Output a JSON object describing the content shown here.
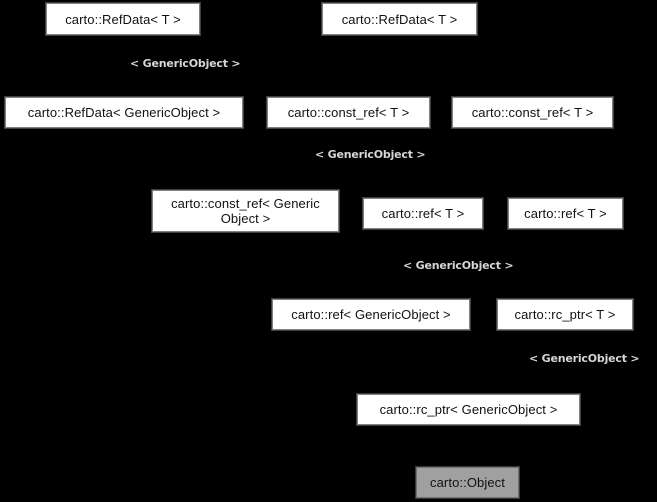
{
  "diagram": {
    "title": "carto::Object inheritance diagram",
    "kind": "uml-inheritance-graph",
    "background_color": "#000000",
    "inheritance_edge_color": "#5cb3f0",
    "template_edge_color": "#f0a020",
    "node_fill_color": "#ffffff",
    "node_border_color": "#808080",
    "current_node_fill_color": "#a0a0a0",
    "label_text_color": "#d6d6d6"
  },
  "nodes": [
    {
      "id": "refdata_t_left",
      "label": "carto::RefData< T >"
    },
    {
      "id": "refdata_t_right",
      "label": "carto::RefData< T >"
    },
    {
      "id": "refdata_go",
      "label": "carto::RefData< GenericObject >"
    },
    {
      "id": "const_ref_t_left",
      "label": "carto::const_ref< T >"
    },
    {
      "id": "const_ref_t_right",
      "label": "carto::const_ref< T >"
    },
    {
      "id": "const_ref_go_line1",
      "label": "carto::const_ref< Generic"
    },
    {
      "id": "const_ref_go_line2",
      "label": "Object >"
    },
    {
      "id": "ref_t_left",
      "label": "carto::ref< T >"
    },
    {
      "id": "ref_t_right",
      "label": "carto::ref< T >"
    },
    {
      "id": "ref_go",
      "label": "carto::ref< GenericObject >"
    },
    {
      "id": "rc_ptr_t",
      "label": "carto::rc_ptr< T >"
    },
    {
      "id": "rc_ptr_go",
      "label": "carto::rc_ptr< GenericObject >"
    },
    {
      "id": "object",
      "label": "carto::Object"
    }
  ],
  "edge_labels": [
    {
      "id": "lbl_refdata",
      "text": "< GenericObject >"
    },
    {
      "id": "lbl_constref",
      "text": "< GenericObject >"
    },
    {
      "id": "lbl_ref",
      "text": "< GenericObject >"
    },
    {
      "id": "lbl_rcptr",
      "text": "< GenericObject >"
    }
  ]
}
